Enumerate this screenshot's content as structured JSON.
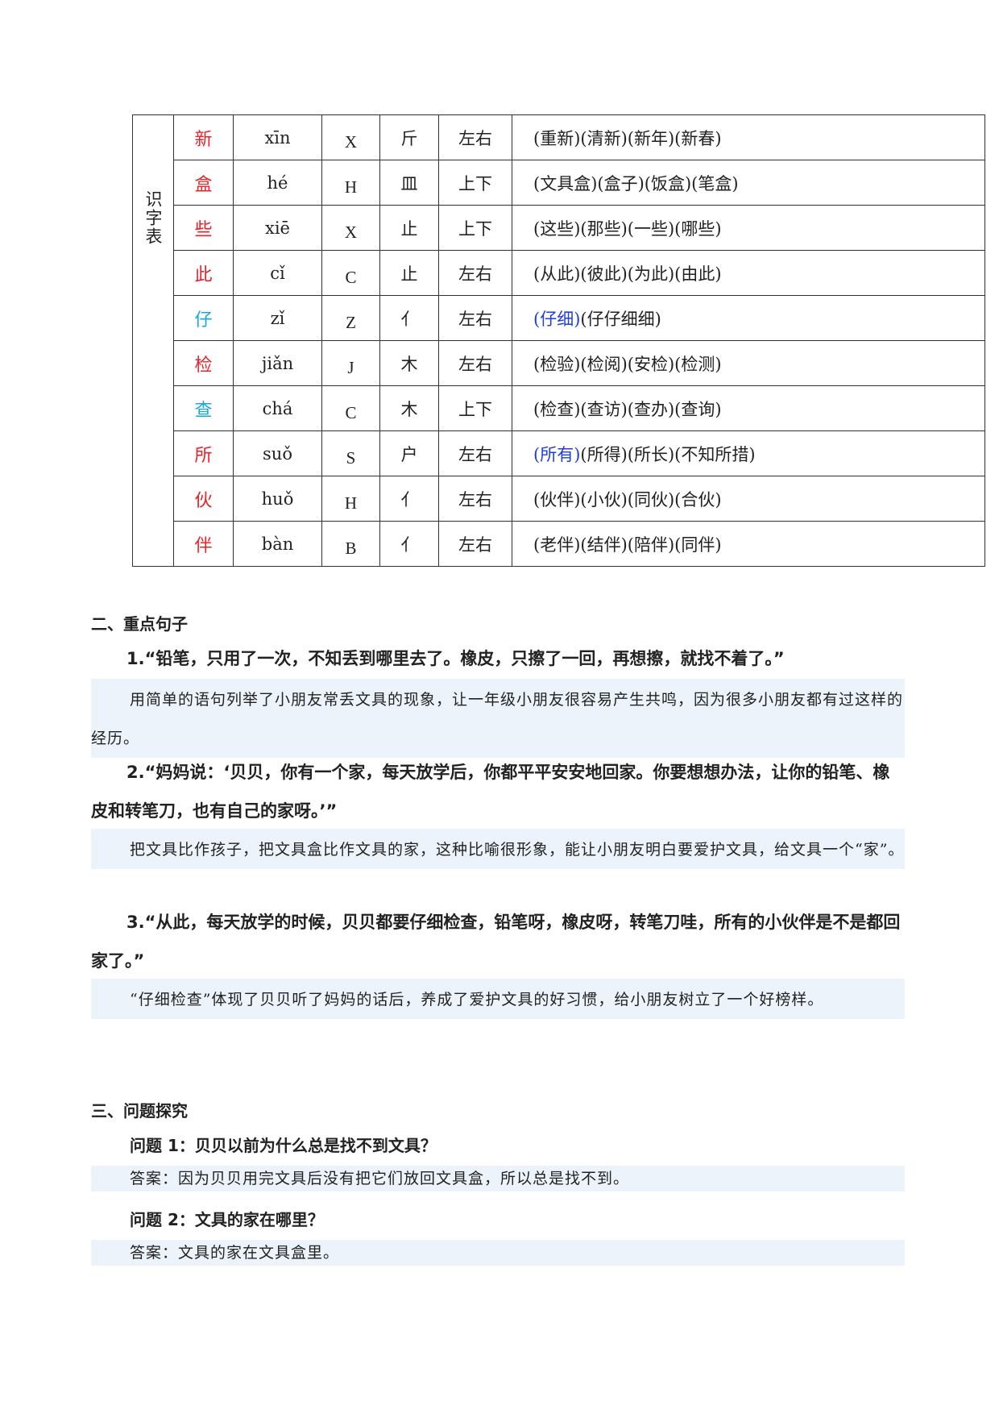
{
  "table": {
    "side_label": "识字表",
    "rows": [
      {
        "char": "新",
        "char_color": "#e8232a",
        "pinyin": "xīn",
        "letter": "X",
        "radical": "斤",
        "structure": "左右",
        "words_hl": "",
        "words": "(重新)(清新)(新年)(新春)"
      },
      {
        "char": "盒",
        "char_color": "#e8232a",
        "pinyin": "hé",
        "letter": "H",
        "radical": "皿",
        "structure": "上下",
        "words_hl": "",
        "words": "(文具盒)(盒子)(饭盒)(笔盒)"
      },
      {
        "char": "些",
        "char_color": "#e8232a",
        "pinyin": "xiē",
        "letter": "X",
        "radical": "止",
        "structure": "上下",
        "words_hl": "",
        "words": "(这些)(那些)(一些)(哪些)"
      },
      {
        "char": "此",
        "char_color": "#e8232a",
        "pinyin": "cǐ",
        "letter": "C",
        "radical": "止",
        "structure": "左右",
        "words_hl": "",
        "words": "(从此)(彼此)(为此)(由此)"
      },
      {
        "char": "仔",
        "char_color": "#1aa7e0",
        "pinyin": "zǐ",
        "letter": "Z",
        "radical": "亻",
        "structure": "左右",
        "words_hl": "(仔细)",
        "words": "(仔仔细细)"
      },
      {
        "char": "检",
        "char_color": "#e8232a",
        "pinyin": "jiǎn",
        "letter": "J",
        "radical": "木",
        "structure": "左右",
        "words_hl": "",
        "words": "(检验)(检阅)(安检)(检测)"
      },
      {
        "char": "查",
        "char_color": "#1aa7e0",
        "pinyin": "chá",
        "letter": "C",
        "radical": "木",
        "structure": "上下",
        "words_hl": "",
        "words": "(检查)(查访)(查办)(查询)"
      },
      {
        "char": "所",
        "char_color": "#e8232a",
        "pinyin": "suǒ",
        "letter": "S",
        "radical": "户",
        "structure": "左右",
        "words_hl": "(所有)",
        "words": "(所得)(所长)(不知所措)"
      },
      {
        "char": "伙",
        "char_color": "#e8232a",
        "pinyin": "huǒ",
        "letter": "H",
        "radical": "亻",
        "structure": "左右",
        "words_hl": "",
        "words": "(伙伴)(小伙)(同伙)(合伙)"
      },
      {
        "char": "伴",
        "char_color": "#e8232a",
        "pinyin": "bàn",
        "letter": "B",
        "radical": "亻",
        "structure": "左右",
        "words_hl": "",
        "words": "(老伴)(结伴)(陪伴)(同伴)"
      }
    ]
  },
  "section2": {
    "title": "二、重点句子",
    "items": [
      {
        "sentence": "1.“铅笔，只用了一次，不知丢到哪里去了。橡皮，只擦了一回，再想擦，就找不着了。”",
        "analysis": "用简单的语句列举了小朋友常丢文具的现象，让一年级小朋友很容易产生共鸣，因为很多小朋友都有过这样的经历。"
      },
      {
        "sentence": "2.“妈妈说：‘贝贝，你有一个家，每天放学后，你都平平安安地回家。你要想想办法，让你的铅笔、橡皮和转笔刀，也有自己的家呀。’”",
        "analysis": "把文具比作孩子，把文具盒比作文具的家，这种比喻很形象，能让小朋友明白要爱护文具，给文具一个“家”。"
      },
      {
        "sentence": "3.“从此，每天放学的时候，贝贝都要仔细检查，铅笔呀，橡皮呀，转笔刀哇，所有的小伙伴是不是都回家了。”",
        "analysis": "“仔细检查”体现了贝贝听了妈妈的话后，养成了爱护文具的好习惯，给小朋友树立了一个好榜样。"
      }
    ]
  },
  "section3": {
    "title": "三、问题探究",
    "items": [
      {
        "question": "问题 1：贝贝以前为什么总是找不到文具？",
        "answer": "答案：因为贝贝用完文具后没有把它们放回文具盒，所以总是找不到。"
      },
      {
        "question": "问题 2：文具的家在哪里？",
        "answer": "答案：文具的家在文具盒里。"
      }
    ]
  }
}
